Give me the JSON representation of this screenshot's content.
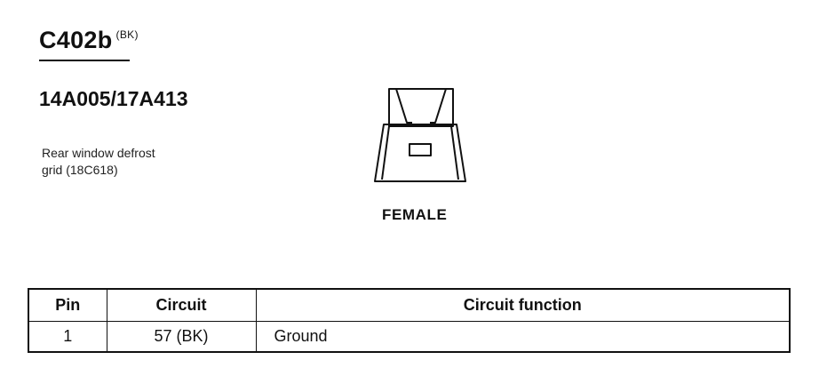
{
  "header": {
    "connector_id": "C402b",
    "connector_color": "(BK)",
    "part_number": "14A005/17A413"
  },
  "description": {
    "line1": "Rear window defrost",
    "line2": "grid (18C618)"
  },
  "connector": {
    "gender": "FEMALE",
    "icon": "connector-face-icon"
  },
  "table": {
    "headers": [
      "Pin",
      "Circuit",
      "Circuit function"
    ],
    "rows": [
      {
        "pin": "1",
        "circuit": "57 (BK)",
        "function": "Ground"
      }
    ]
  }
}
